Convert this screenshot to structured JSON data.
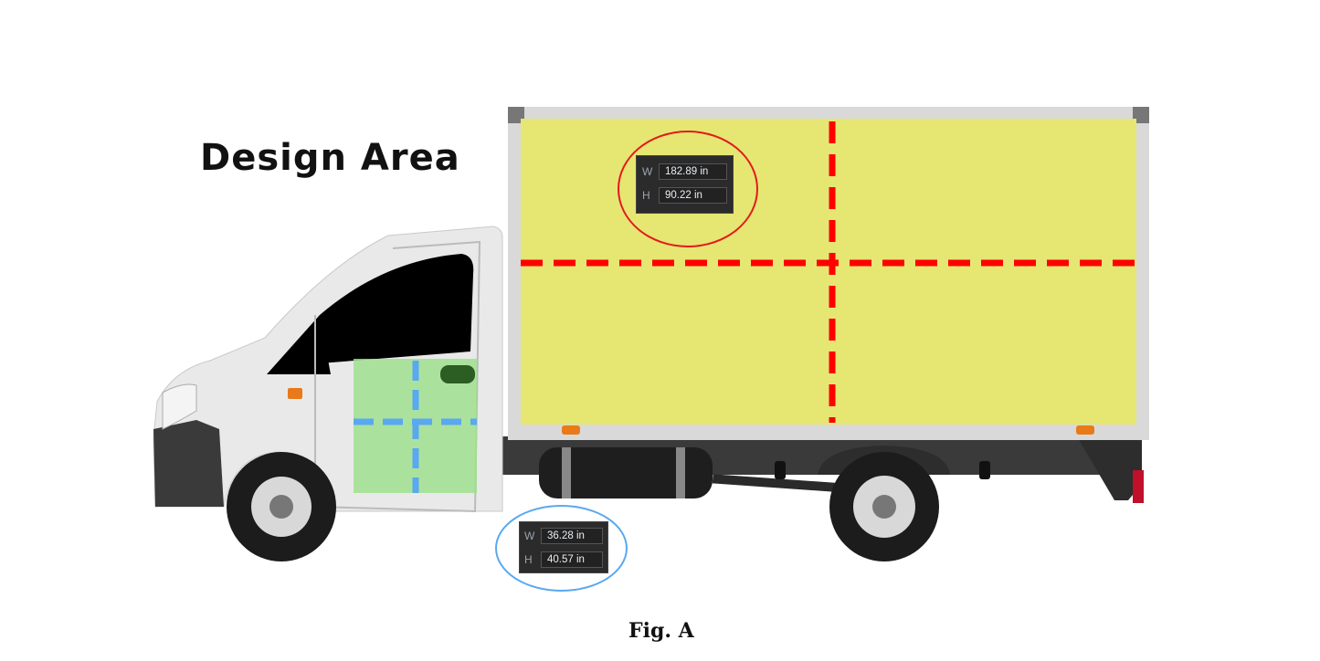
{
  "title": "Design Area",
  "caption": "Fig. A",
  "box_area": {
    "w_label": "W",
    "width": "182.89 in",
    "h_label": "H",
    "height": "90.22 in",
    "guide_color": "#ff0000",
    "fill_color": "#e6e673"
  },
  "door_area": {
    "w_label": "W",
    "width": "36.28 in",
    "h_label": "H",
    "height": "40.57 in",
    "guide_color": "#5aa8f0",
    "fill_color": "#9fe08f"
  }
}
